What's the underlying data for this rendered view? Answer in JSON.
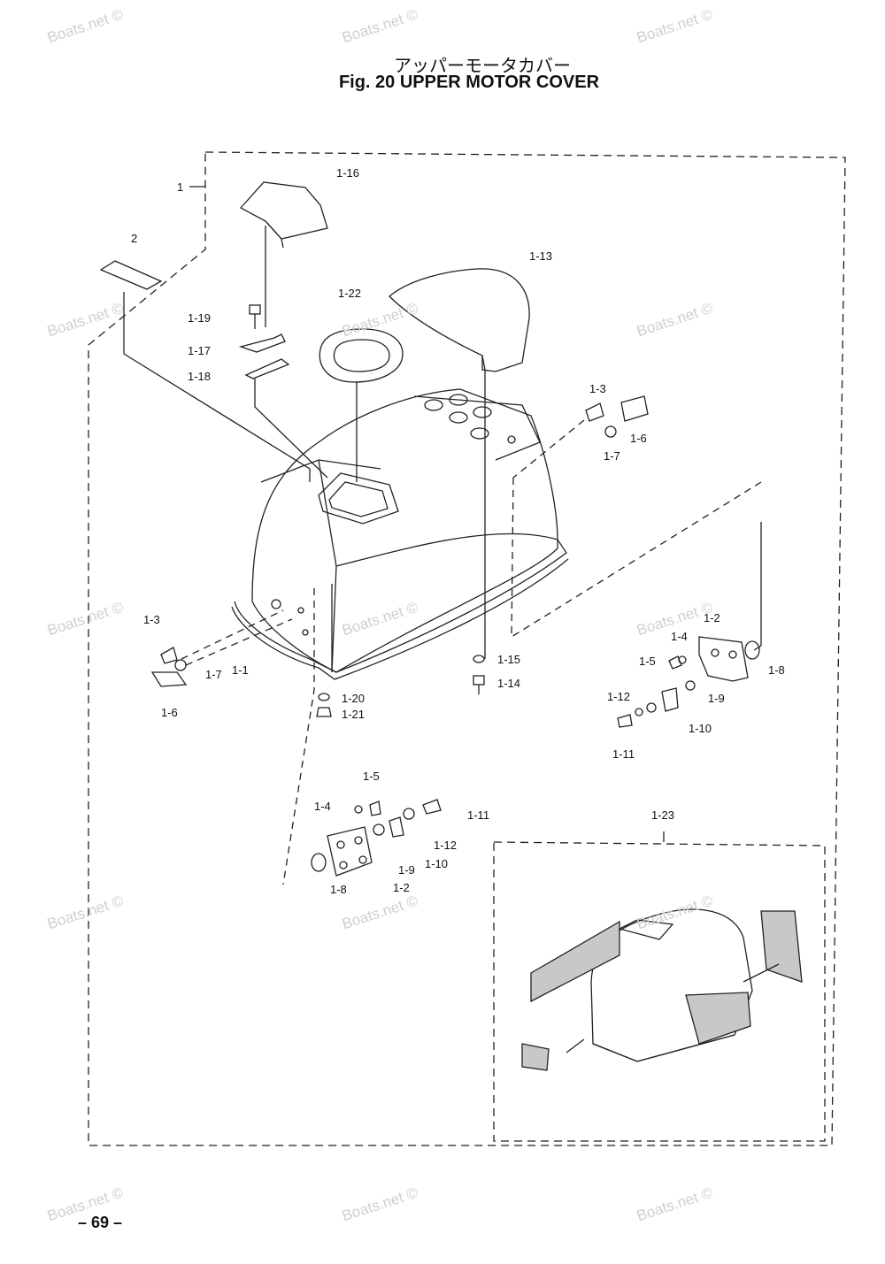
{
  "title_jp": "アッパーモータカバー",
  "title_en": "Fig. 20   UPPER MOTOR COVER",
  "page_number": "– 69 –",
  "watermark": "Boats.net ©",
  "labels": {
    "l1": "1",
    "l2": "2",
    "l1_16": "1-16",
    "l1_13": "1-13",
    "l1_22": "1-22",
    "l1_19": "1-19",
    "l1_17": "1-17",
    "l1_18": "1-18",
    "l1_3a": "1-3",
    "l1_6a": "1-6",
    "l1_7a": "1-7",
    "l1_3b": "1-3",
    "l1_7b": "1-7",
    "l1_6b": "1-6",
    "l1_1": "1-1",
    "l1_15": "1-15",
    "l1_14": "1-14",
    "l1_20": "1-20",
    "l1_21": "1-21",
    "l1_2a": "1-2",
    "l1_4a": "1-4",
    "l1_5a": "1-5",
    "l1_8a": "1-8",
    "l1_9a": "1-9",
    "l1_12a": "1-12",
    "l1_10a": "1-10",
    "l1_11a": "1-11",
    "l1_5b": "1-5",
    "l1_4b": "1-4",
    "l1_11b": "1-11",
    "l1_12b": "1-12",
    "l1_10b": "1-10",
    "l1_9b": "1-9",
    "l1_8b": "1-8",
    "l1_2b": "1-2",
    "l1_23": "1-23"
  },
  "colors": {
    "line": "#222222",
    "watermark": "#cfcfcf",
    "decal": "#bdbdbd"
  }
}
